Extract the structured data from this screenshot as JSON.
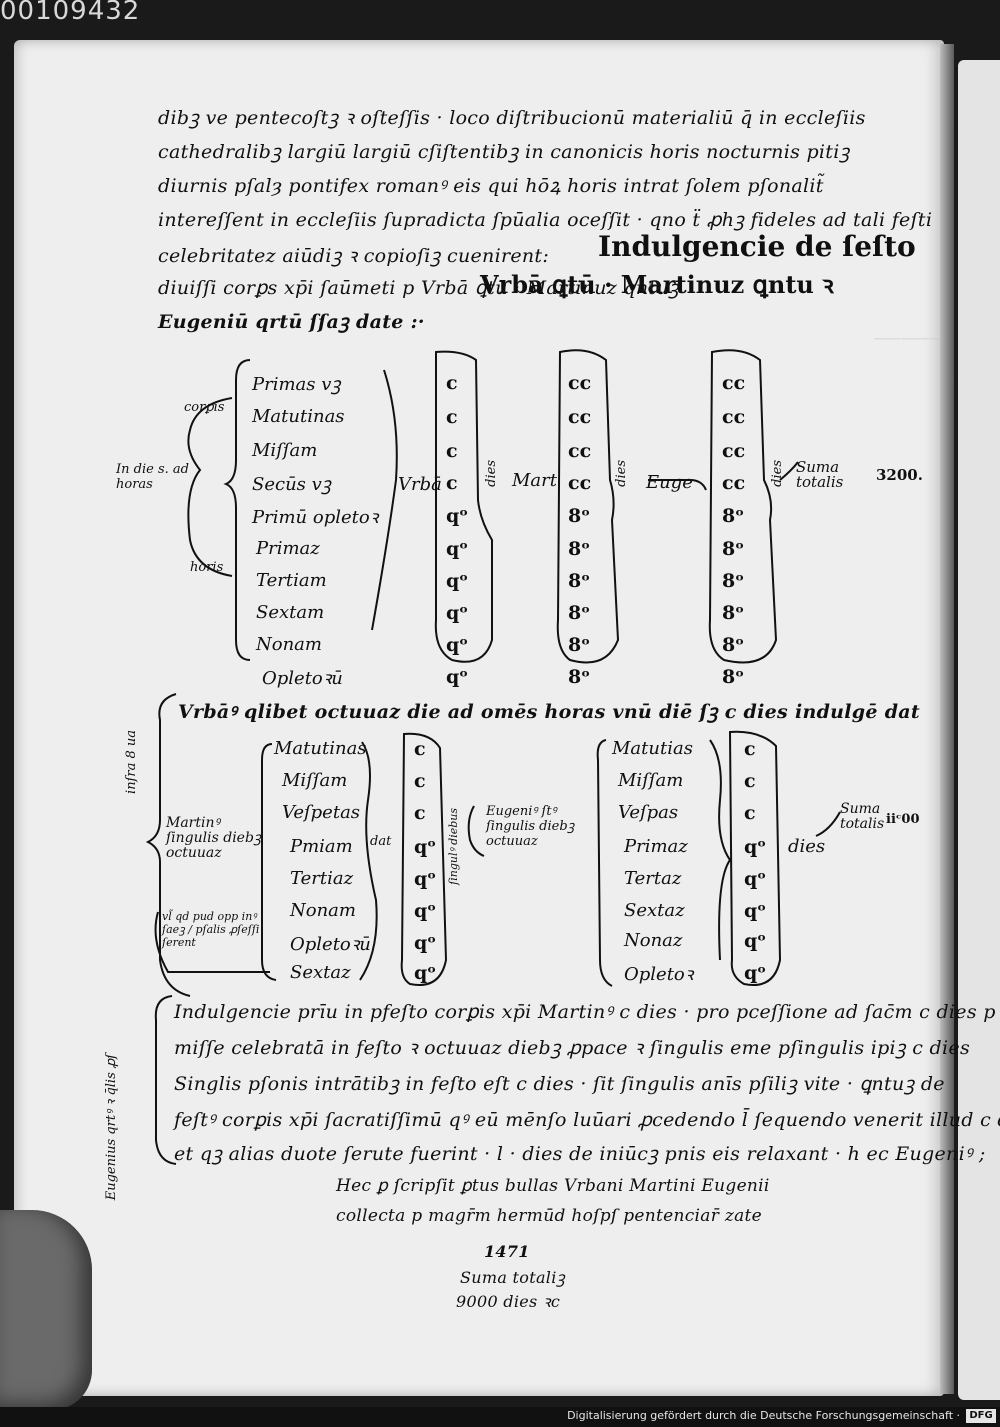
{
  "scan_id": "00109432",
  "text_block_top": [
    "dibꝫ ve pentecoſtꝫ ꝛ oſteſſis · loco diſtribucionū materialiū q̄ in eccleſiis",
    "cathedralibꝫ largiū largiū cſiſtentibꝫ in canonicis horis nocturnis pitiꝫ",
    "diurnis pſalȝ pontifex romanꝰ eis qui hōꝝ horis intrat ſolem pſonalit̃",
    "intereſſent in eccleſiis ſupradicta ſpūalia oceſſit · qno ẗ ꝓhꝫ fideles ad tali feſti",
    "celebritatez aiūdiꝫ ꝛ copioſiꝫ cuenirent:",
    "diuiſſi corꝑs xp̄i ſaūmeti p Vrbā ꝗtū · Martinuz qntuꝫ",
    "Eugeniū qrtū ſſaꝫ date :·"
  ],
  "heading_indulgencie": "Indulgencie de ſeſto",
  "heading_urban_martin": "Vrbā ꝗtū · Martinuz ꝗntu ꝛ",
  "table1": {
    "side_label": "In die s. ad horas",
    "group_top_label": "corꝑis",
    "group_bottom_label": "horis",
    "hours": [
      "Primas vꝫ",
      "Matutinas",
      "Miſſam",
      "Secūs vꝫ",
      "Primū opletoꝛ",
      "Primaz",
      "Tertiam",
      "Sextam",
      "Nonam",
      "Opletoꝛū"
    ],
    "urban_label": "Vrbā",
    "urban_values": [
      "c",
      "c",
      "c",
      "c",
      "qᵒ",
      "qᵒ",
      "qᵒ",
      "qᵒ",
      "qᵒ",
      "qᵒ"
    ],
    "dies_label": "dies",
    "martin_label": "Mart",
    "martin_values": [
      "cc",
      "cc",
      "cc",
      "cc",
      "8ᵒ",
      "8ᵒ",
      "8ᵒ",
      "8ᵒ",
      "8ᵒ",
      "8ᵒ"
    ],
    "eugen_label": "Euge",
    "eugen_values": [
      "cc",
      "cc",
      "cc",
      "cc",
      "8ᵒ",
      "8ᵒ",
      "8ᵒ",
      "8ᵒ",
      "8ᵒ",
      "8ᵒ"
    ],
    "summa_label": "Suma totalis",
    "summa_value": "3200."
  },
  "table2_intro": "Vrbāꝰ qlibet octuuaz die ad omēs horas vnū diē ſꝫ c dies indulgē dat",
  "table2": {
    "left_side_label": "inſra 8 ua",
    "martin_label": "Martinꝰ ſingulis diebꝫ octuuaz",
    "note_label": "vl̃ qd pud opp inꝰ ſaeꝫ / pſalis ꝓſeſſi ſerent",
    "hours_left": [
      "Matutinas",
      "Miſſam",
      "Veſpetas",
      "Pmiam",
      "Tertiaz",
      "Nonam",
      "Opletoꝛū",
      "Sextaz"
    ],
    "values_left": [
      "c",
      "c",
      "c",
      "qᵒ",
      "qᵒ",
      "qᵒ",
      "qᵒ",
      "qᵒ"
    ],
    "dat_label": "dat",
    "singulis_label": "ſingulꝰ diebus",
    "eugen_label": "Eugeniꝰ ſtꝰ ſingulis diebꝫ octuuaz",
    "hours_right": [
      "Matutias",
      "Miſſam",
      "Veſpas",
      "Primaz",
      "Tertaz",
      "Sextaz",
      "Nonaz",
      "Opletoꝛ"
    ],
    "values_right": [
      "c",
      "c",
      "c",
      "qᵒ",
      "qᵒ",
      "qᵒ",
      "qᵒ",
      "qᵒ"
    ],
    "dies_label": "dies",
    "summa_label": "Suma totalis",
    "summa_value": "iiᶜ00"
  },
  "text_block_bottom": [
    "Indulgencie prīu in pfeſto corꝑis xp̄i Martinꝰ c dies · pro pceſſione ad ſac̄m c dies p",
    "miſſe celebratā in feſto ꝛ octuuaz diebꝫ ꝓpace ꝛ ſingulis eme pſingulis ipiꝫ c dies",
    "Singlis pſonis intrātibꝫ in feſto eſt c dies · ſit ſingulis anīs pſiliꝫ vite · ꝗntuꝫ de",
    "feſtꝰ corꝑis xp̄i ſacratiſſimū qꝰ eū mēnſo luūari ꝓcedendo l̄ ſequendo venerit illud c dies",
    "et qꝫ alias duote ſerute fuerint · l · dies de iniūcꝫ pnis eis relaxant · h ec Eugeniꝰ ;"
  ],
  "margin_note_bottom": "Eugenius qrtꝰ ꝛ q̄lis ꝓſ",
  "colophon": [
    "Hec ꝑ ſcripſit ꝑtus bullas Vrbani Martini Eugenii",
    "collecta p magr̄m hermūd hoſpſ pentenciar̄ zate",
    "1471",
    "Suma totaliꝫ",
    "9000 dies ꝛc"
  ],
  "footer_text": "Digitalisierung gefördert durch die Deutsche Forschungsgemeinschaft ·",
  "footer_logo": "DFG"
}
